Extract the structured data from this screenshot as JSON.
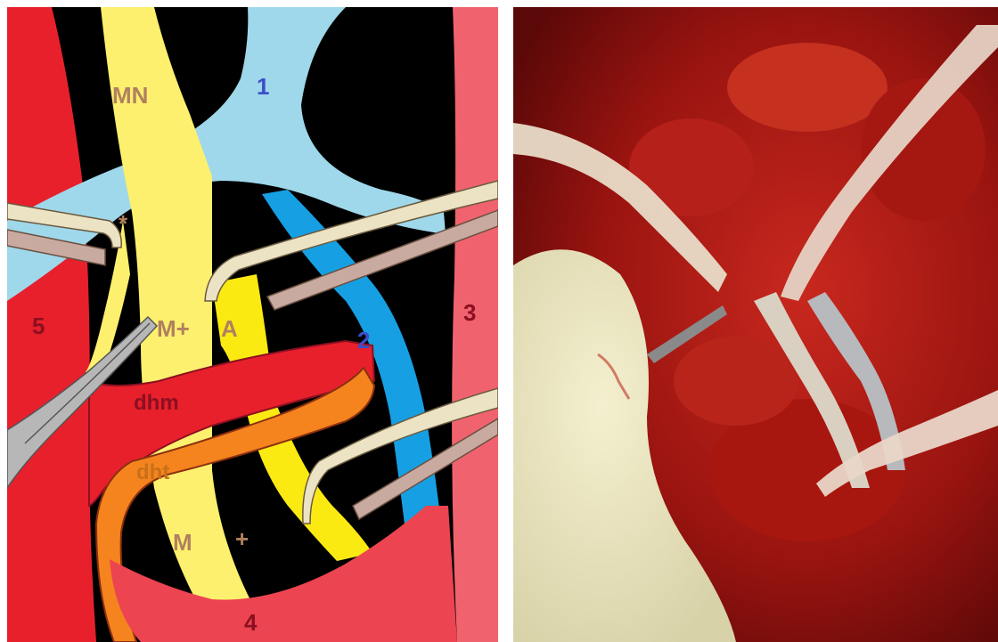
{
  "diagram": {
    "labels": {
      "mn": "MN",
      "one": "1",
      "asterisk": "*",
      "m_plus": "M+",
      "a": "A",
      "two": "2",
      "three": "3",
      "five": "5",
      "dhm": "dhm",
      "dht": "dht",
      "m": "M",
      "plus": "+",
      "four": "4"
    },
    "colors": {
      "background": "#000000",
      "nerve_yellow": "#fdf06e",
      "nerve_bright_yellow": "#fbea12",
      "light_blue_vessel": "#9fd8ea",
      "blue_vessel": "#16a0e3",
      "red_muscle": "#e8202c",
      "pink_muscle": "#f0636e",
      "lower_muscle": "#ec4450",
      "orange_tendon": "#f5841e",
      "retractor_cream": "#ece3c4",
      "retractor_tan": "#c9aaa0",
      "forceps_gray": "#b7b7b7",
      "label_tan": "#b08060",
      "label_blue": "#3a4fc8",
      "label_darkred": "#8b1020",
      "label_orange": "#c8701a"
    }
  },
  "photo": {
    "icon": "surgical-photo-icon"
  }
}
